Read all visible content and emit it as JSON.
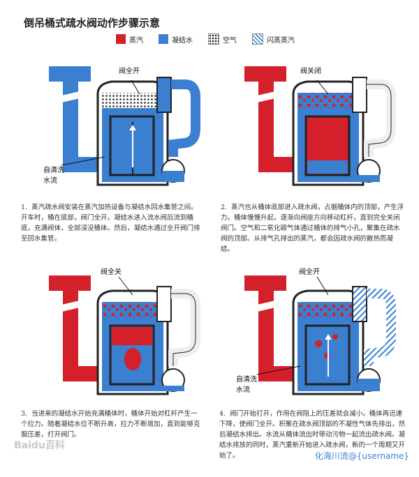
{
  "title": "倒吊桶式疏水阀动作步骤示意",
  "legend": [
    {
      "label": "蒸汽",
      "color": "#d4202a",
      "icon": "solid-red-swatch"
    },
    {
      "label": "凝结水",
      "color": "#3a7fd0",
      "icon": "solid-blue-swatch"
    },
    {
      "label": "空气",
      "color": "#333333",
      "icon": "dotted-swatch"
    },
    {
      "label": "闪蒸蒸汽",
      "color": "#3a7fd0",
      "icon": "hatched-swatch"
    }
  ],
  "panels": [
    {
      "labels": {
        "valve": "阀全开",
        "flush_1": "自清洗",
        "flush_2": "水流"
      },
      "desc_number": "1.",
      "desc": "蒸汽疏水阀安装在蒸汽加热设备与凝结水回水集管之间。开车时，桶在底部，阀门全开。凝结水进入流水阀后流到桶底，充满阀体，全部浸没桶体。然后，凝结水通过全开阀门排至回水集管。"
    },
    {
      "labels": {
        "valve": "阀关闭"
      },
      "desc_number": "2.",
      "desc": "蒸汽也从桶体底部进入疏水阀，占据桶体内的顶部，产生浮力。桶体慢慢升起，逐渐向阀座方向移动杠杆，直到完全关闭阀门。空气和二氧化碳气体通过桶体的排气小孔，聚集在疏水阀的顶部。从排气孔排出的蒸汽，都会因疏水阀的散热而凝结。"
    },
    {
      "labels": {
        "valve": "阀全关"
      },
      "desc_number": "3.",
      "desc": "当进来的凝结水开始充满桶体时，桶体开始对杠杆产生一个拉力。随着凝结水位不断升高，拉力不断增加，直到能够克服压差，打开阀门。"
    },
    {
      "labels": {
        "valve": "阀全开",
        "flush_1": "自清洗",
        "flush_2": "水流"
      },
      "desc_number": "4.",
      "desc": "阀门开始打开，作用在阀阻上的压差就会减小。桶体再迅速下降，使阀门全开。积聚在疏水阀顶部的不凝性气体先排出，然后凝结水排出。水流从桶体流出时带动污物一起流出疏水阀。凝结水排放的同时，蒸汽重新开始进入疏水阀，新的一个周期又开始了。"
    }
  ],
  "watermark": "Baidu百科",
  "credit": "化海川流@{username}"
}
